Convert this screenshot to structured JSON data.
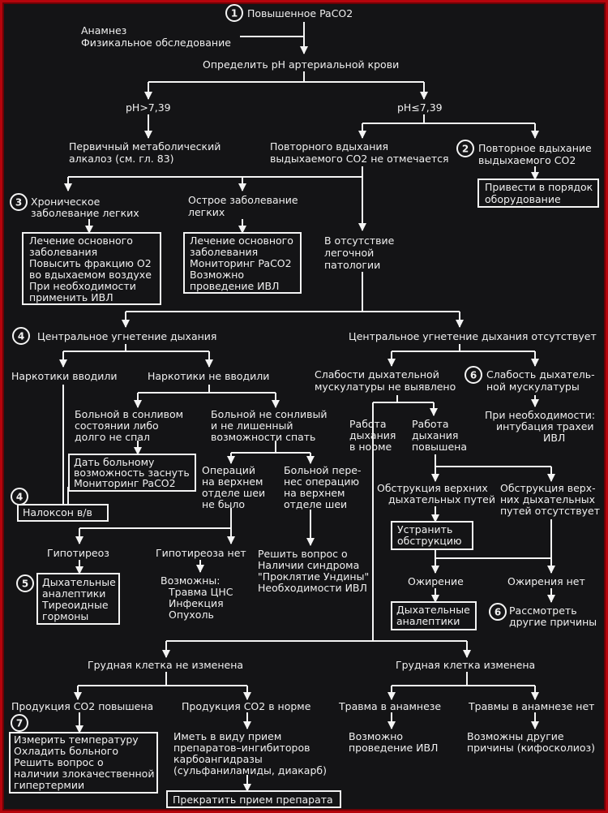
{
  "nodes": {
    "n1": "Повышенное PaCO2",
    "anamnesis": [
      "Анамнез",
      "Физикальное обследование"
    ],
    "ph_determine": "Определить pH артериальной крови",
    "ph_high": "pH>7,39",
    "ph_low": "pH≤7,39",
    "metabolic_alkalosis": [
      "Первичный метаболический",
      "алкалоз (см. гл. 83)"
    ],
    "no_rebreathing": [
      "Повторного вдыхания",
      "выдыхаемого CO2 не отмечается"
    ],
    "rebreathing": [
      "Повторное вдыхание",
      "выдыхаемого CO2"
    ],
    "fix_equipment": [
      "Привести в порядок",
      "оборудование"
    ],
    "chronic_lung": [
      "Хроническое",
      "заболевание легких"
    ],
    "acute_lung": [
      "Острое заболевание",
      "легких"
    ],
    "no_lung": [
      "В отсутствие",
      "легочной",
      "патологии"
    ],
    "chronic_box": [
      "Лечение основного",
      "заболевания",
      "Повысить фракцию O2",
      "во вдыхаемом воздухе",
      "При необходимости",
      "применить ИВЛ"
    ],
    "acute_box": [
      "Лечение основного",
      "заболевания",
      "Мониторинг PaCO2",
      "Возможно",
      "проведение ИВЛ"
    ],
    "central_depression": "Центральное угнетение дыхания",
    "no_central_depression": "Центральное угнетение дыхания отсутствует",
    "narcotics_given": "Наркотики вводили",
    "narcotics_not_given": "Наркотики не вводили",
    "sleepy": [
      "Больной в сонливом",
      "состоянии либо",
      "долго не спал"
    ],
    "not_sleepy": [
      "Больной не сонливый",
      "и не лишенный",
      "возможности спать"
    ],
    "sleep_box": [
      "Дать больному",
      "возможность заснуть",
      "Мониторинг PaCO2"
    ],
    "naloxone": "Налоксон в/в",
    "no_neck_surgery": [
      "Операций",
      "на верхнем",
      "отделе шеи",
      "не было"
    ],
    "neck_surgery": [
      "Больной пере-",
      "нес операцию",
      "на верхнем",
      "отделе шеи"
    ],
    "ondine": [
      "Решить вопрос о",
      "Наличии синдрома",
      "\"Проклятие Ундины\"",
      "Необходимости ИВЛ"
    ],
    "hypothyroid": "Гипотиреоз",
    "no_hypothyroid": "Гипотиреоза нет",
    "hypothyroid_box": [
      "Дыхательные",
      "аналептики",
      "Тиреоидные",
      "гормоны"
    ],
    "possible": [
      "Возможны:",
      "Травма ЦНС",
      "Инфекция",
      "Опухоль"
    ],
    "no_weakness": [
      "Слабости дыхательной",
      "мускулатуры не выявлено"
    ],
    "weakness": [
      "Слабость дыхатель-",
      "ной мускулатуры"
    ],
    "intubation": [
      "При необходимости:",
      "интубация  трахеи",
      "ИВЛ"
    ],
    "work_normal": [
      "Работа",
      "дыхания",
      "в норме"
    ],
    "work_increased": [
      "Работа",
      "дыхания",
      "повышена"
    ],
    "upper_obstruction": [
      "Обструкция верхних",
      "дыхательных путей"
    ],
    "no_upper_obstruction": [
      "Обструкция верх-",
      "них дыхательных",
      "путей отсутствует"
    ],
    "remove_obstruction": [
      "Устранить",
      "обструкцию"
    ],
    "obesity": "Ожирение",
    "no_obesity": "Ожирения нет",
    "obesity_box": [
      "Дыхательные",
      "аналептики"
    ],
    "other_causes": [
      "Рассмотреть",
      "другие причины"
    ],
    "chest_normal": "Грудная клетка не изменена",
    "chest_changed": "Грудная клетка изменена",
    "co2_high": "Продукция CO2 повышена",
    "co2_normal": "Продукция CO2 в норме",
    "trauma": "Травма в анамнезе",
    "no_trauma": "Травмы в анамнезе нет",
    "temperature_box": [
      "Измерить температуру",
      "Охладить больного",
      "Решить вопрос о",
      "наличии злокачественной",
      "гипертермии"
    ],
    "inhibitors": [
      "Иметь в виду прием",
      "препаратов–ингибиторов",
      "карбоангидразы",
      "(сульфаниламиды, диакарб)"
    ],
    "stop_drug": "Прекратить прием препарата",
    "ivl": [
      "Возможно",
      "проведение ИВЛ"
    ],
    "kyphoscoliosis": [
      "Возможны другие",
      "причины (кифосколиоз)"
    ]
  },
  "circles": [
    "1",
    "2",
    "3",
    "4",
    "4",
    "5",
    "6",
    "6",
    "7"
  ]
}
